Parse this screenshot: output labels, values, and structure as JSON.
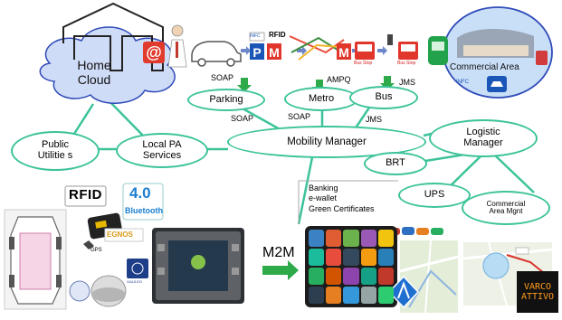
{
  "cloud": {
    "line1": "Home",
    "line2": "Cloud"
  },
  "top_labels": {
    "soap_left": "SOAP",
    "ampq": "AMPQ",
    "jms_right": "JMS",
    "bus_stop_1": "Bus Stop",
    "bus_stop_2": "Bus Stop",
    "nfc_1": "INFC",
    "nfc_2": "INFC",
    "rfid_top": "RFID"
  },
  "nodes": {
    "parking": "Parking",
    "metro": "Metro",
    "bus": "Bus",
    "mobility_manager": "Mobility Manager",
    "public_utilities": "Public Utilitie s",
    "local_pa": "Local PA Services",
    "logistic_manager": "Logistic Manager",
    "brt": "BRT",
    "ups": "UPS",
    "commercial_area_mgnt": "Commercial Area Mgnt"
  },
  "link_labels": {
    "soap_1": "SOAP",
    "soap_2": "SOAP",
    "jms": "JMS"
  },
  "commercial_area": "Commercial Area",
  "services_box": {
    "line1": "Banking",
    "line2": "e-wallet",
    "line3": "Green Certificates"
  },
  "m2m": "M2M",
  "devices": {
    "rfid": "RFID",
    "bluetooth_version": "4.0",
    "bluetooth": "Bluetooth",
    "egnos": "EGNOS",
    "gps": "GPS",
    "galileo": "GALILEO"
  },
  "varco": {
    "line1": "VARCO",
    "line2": "ATTIVO"
  },
  "colors": {
    "accent": "#3cc39a",
    "cloud": "#cfdcf7",
    "commercial": "#c9dff7"
  }
}
